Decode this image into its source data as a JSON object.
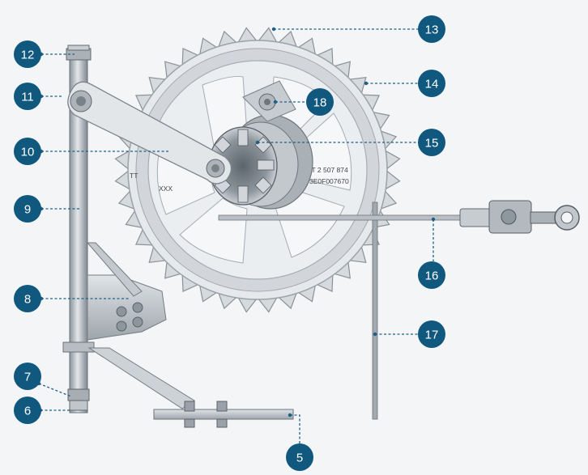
{
  "callouts": [
    {
      "id": "c5",
      "label": "5"
    },
    {
      "id": "c6",
      "label": "6"
    },
    {
      "id": "c7",
      "label": "7"
    },
    {
      "id": "c8",
      "label": "8"
    },
    {
      "id": "c9",
      "label": "9"
    },
    {
      "id": "c10",
      "label": "10"
    },
    {
      "id": "c11",
      "label": "11"
    },
    {
      "id": "c12",
      "label": "12"
    },
    {
      "id": "c13",
      "label": "13"
    },
    {
      "id": "c14",
      "label": "14"
    },
    {
      "id": "c15",
      "label": "15"
    },
    {
      "id": "c16",
      "label": "16"
    },
    {
      "id": "c17",
      "label": "17"
    },
    {
      "id": "c18",
      "label": "18"
    }
  ],
  "stamps": {
    "part_no": "DIT 2 507 874",
    "code": "3E0F007670",
    "mark_left": "TT",
    "mark_small": "XXX"
  },
  "colors": {
    "badge": "#11587f",
    "metal_light": "#dfe3e7",
    "metal_mid": "#b8bec4",
    "metal_dark": "#7c848c"
  }
}
